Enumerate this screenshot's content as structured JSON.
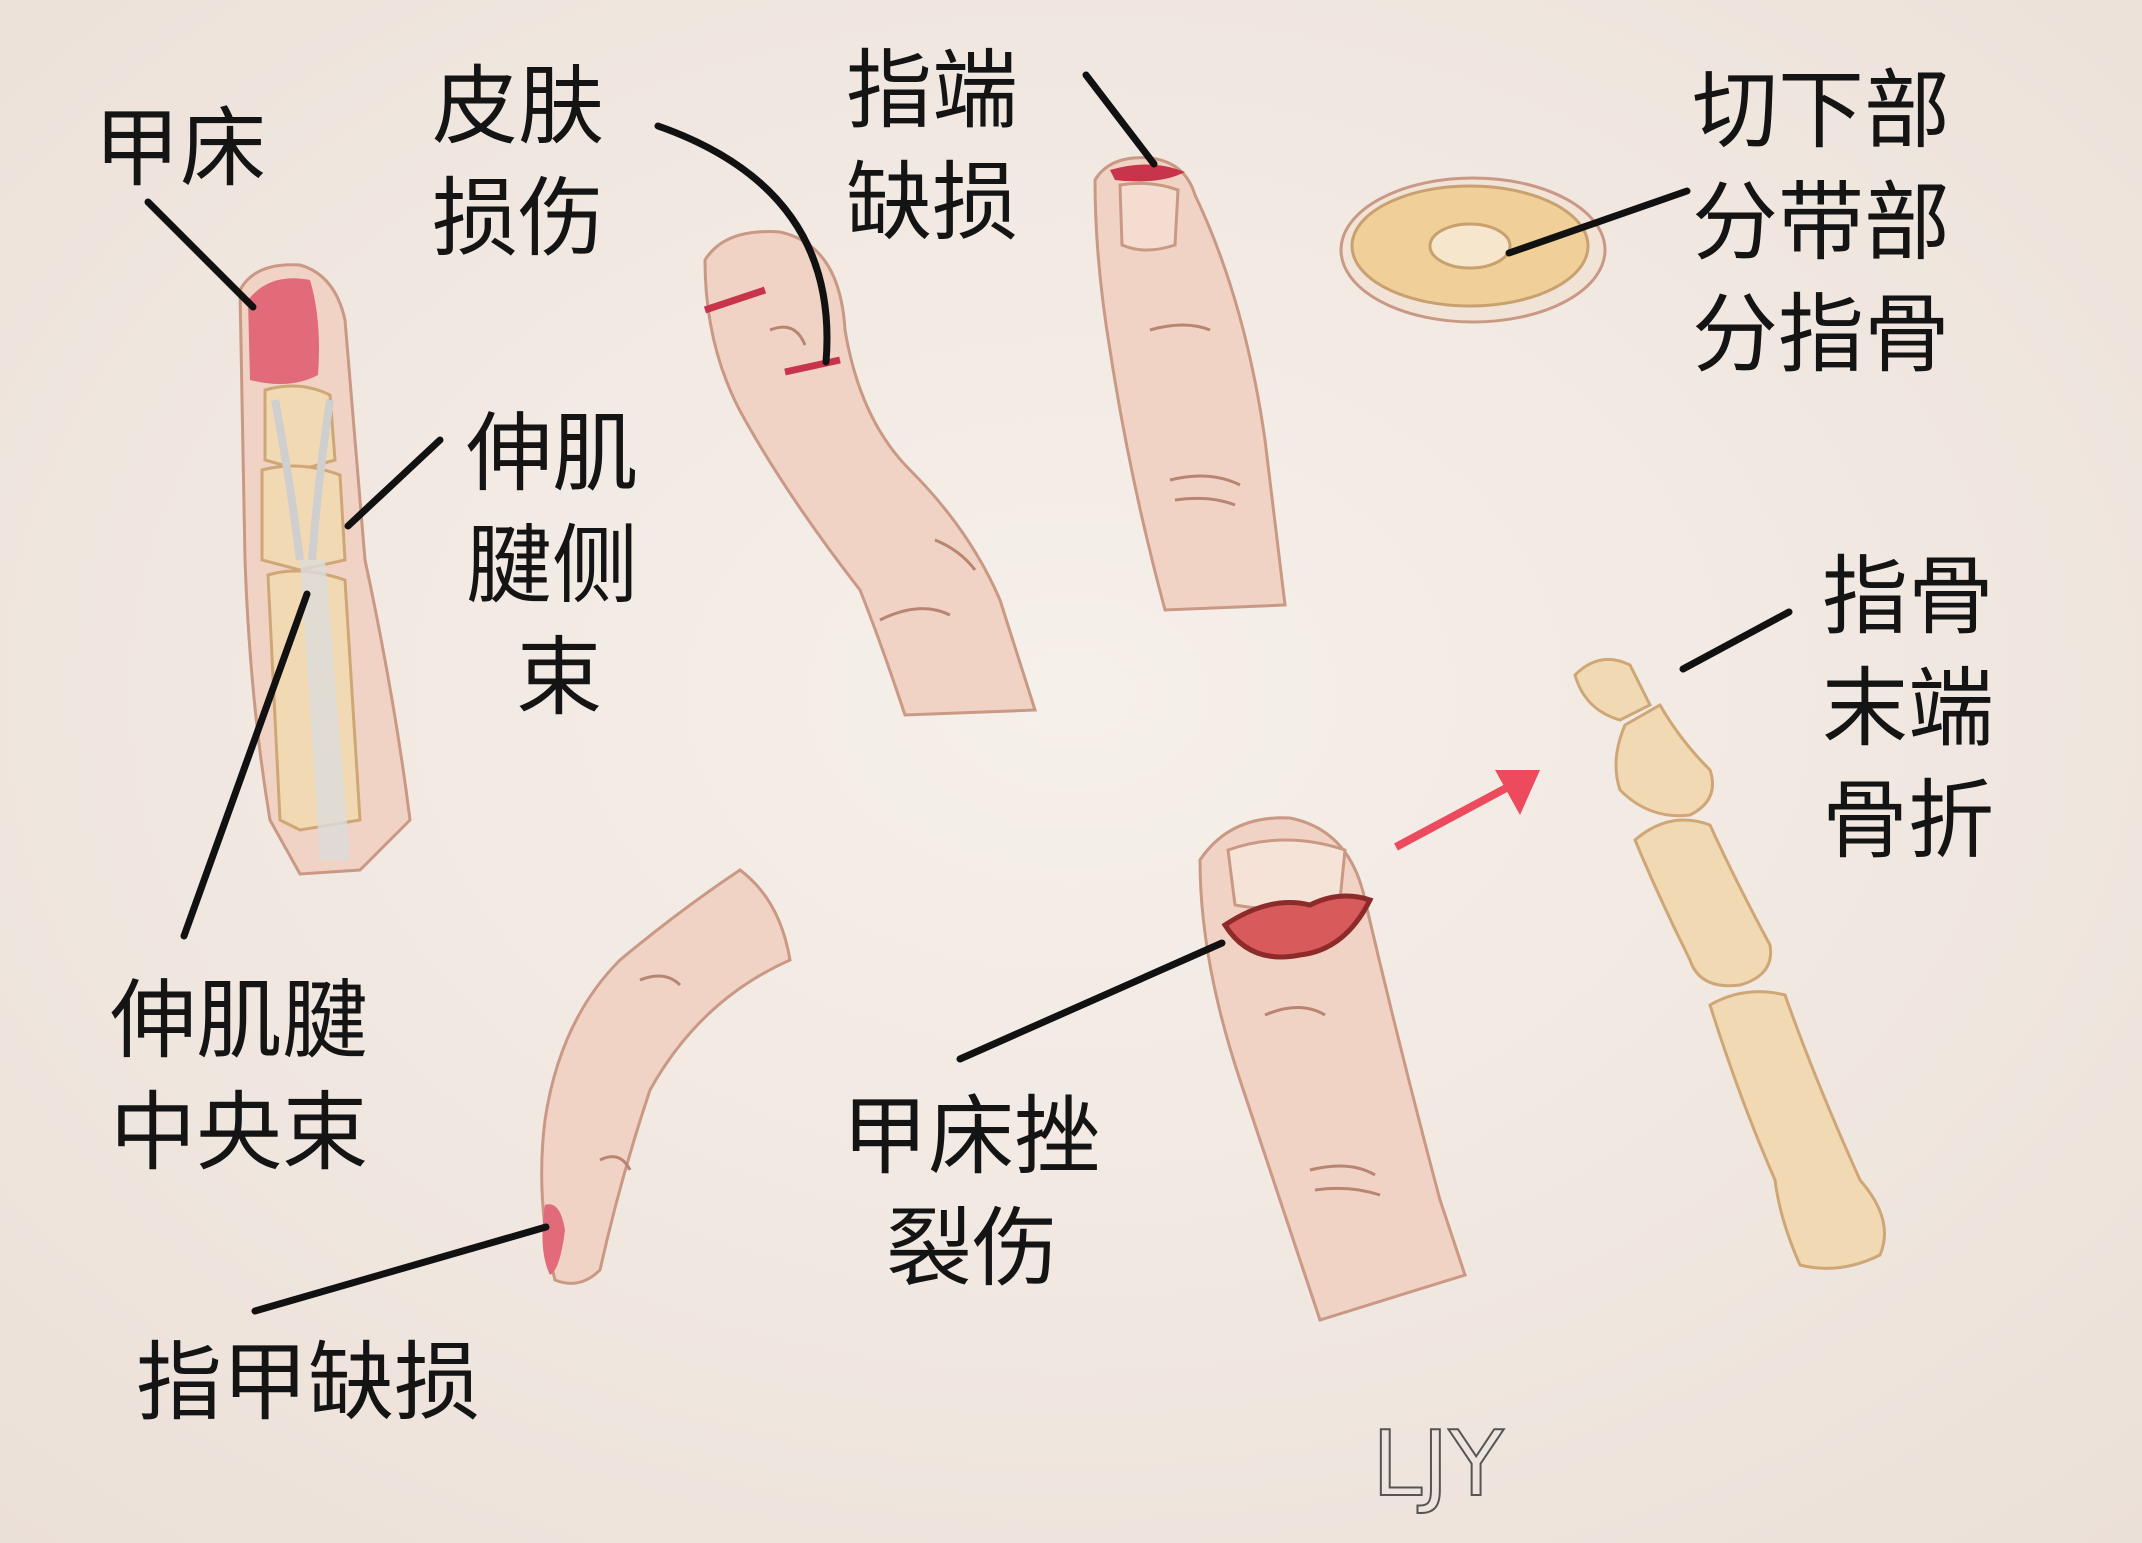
{
  "labels": {
    "nail_bed": "甲床",
    "skin_injury": [
      "皮肤",
      "损伤"
    ],
    "fingertip_defect": [
      "指端",
      "缺损"
    ],
    "amputated_part": [
      "切下部",
      "分带部",
      "分指骨"
    ],
    "lateral_band": [
      "伸肌",
      "腱侧",
      "束"
    ],
    "distal_phalanx_fracture": [
      "指骨",
      "末端",
      "骨折"
    ],
    "central_slip": [
      "伸肌腱",
      "中央束"
    ],
    "nail_bed_laceration": [
      "甲床挫",
      "裂伤"
    ],
    "nail_defect": "指甲缺损"
  },
  "signature": "LJY",
  "colors": {
    "background": "#f2ebe5",
    "injury_red": "#d2455a",
    "arrow": "#ee4a5e",
    "skin": "#f0d3c4",
    "bone": "#f1d9b3"
  }
}
